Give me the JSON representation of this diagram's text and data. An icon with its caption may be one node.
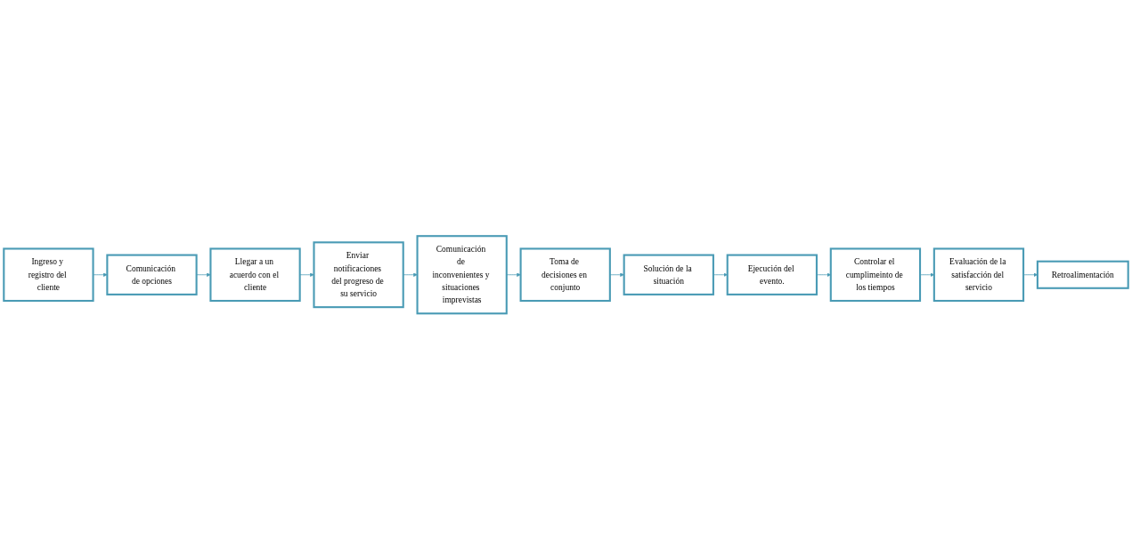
{
  "diagram": {
    "nodes": [
      {
        "text": [
          "Ingreso y registro del cliente"
        ]
      },
      {
        "text": [
          "Comunicación de opciones"
        ]
      },
      {
        "text": [
          "Llegar a un acuerdo con el cliente"
        ]
      },
      {
        "text": [
          "Enviar notificaciones del progreso de su servicio"
        ]
      },
      {
        "text": [
          "Comunicación de inconvenientes y situaciones imprevistas"
        ]
      },
      {
        "text": [
          "Toma de decisiones en conjunto"
        ]
      },
      {
        "text": [
          "Solución de la situación"
        ]
      },
      {
        "text": [
          "Ejecución del evento."
        ]
      },
      {
        "text": [
          "Controlar el cumplimeinto de los tiempos"
        ]
      },
      {
        "text": [
          "Evaluación de la satisfacción del servicio"
        ]
      },
      {
        "text": [
          "Retroalimentación"
        ]
      }
    ],
    "edges": [
      {
        "from": 0,
        "to": 1,
        "arrow": "to"
      },
      {
        "from": 1,
        "to": 2,
        "arrow": "to"
      },
      {
        "from": 2,
        "to": 3,
        "arrow": "to"
      },
      {
        "from": 3,
        "to": 4,
        "arrow": "to"
      },
      {
        "from": 4,
        "to": 5,
        "arrow": "to"
      },
      {
        "from": 5,
        "to": 6,
        "arrow": "to"
      },
      {
        "from": 6,
        "to": 7,
        "arrow": "to"
      },
      {
        "from": 7,
        "to": 8,
        "arrow": "to"
      },
      {
        "from": 8,
        "to": 9,
        "arrow": "to"
      },
      {
        "from": 9,
        "to": 10,
        "arrow": "to"
      }
    ]
  }
}
